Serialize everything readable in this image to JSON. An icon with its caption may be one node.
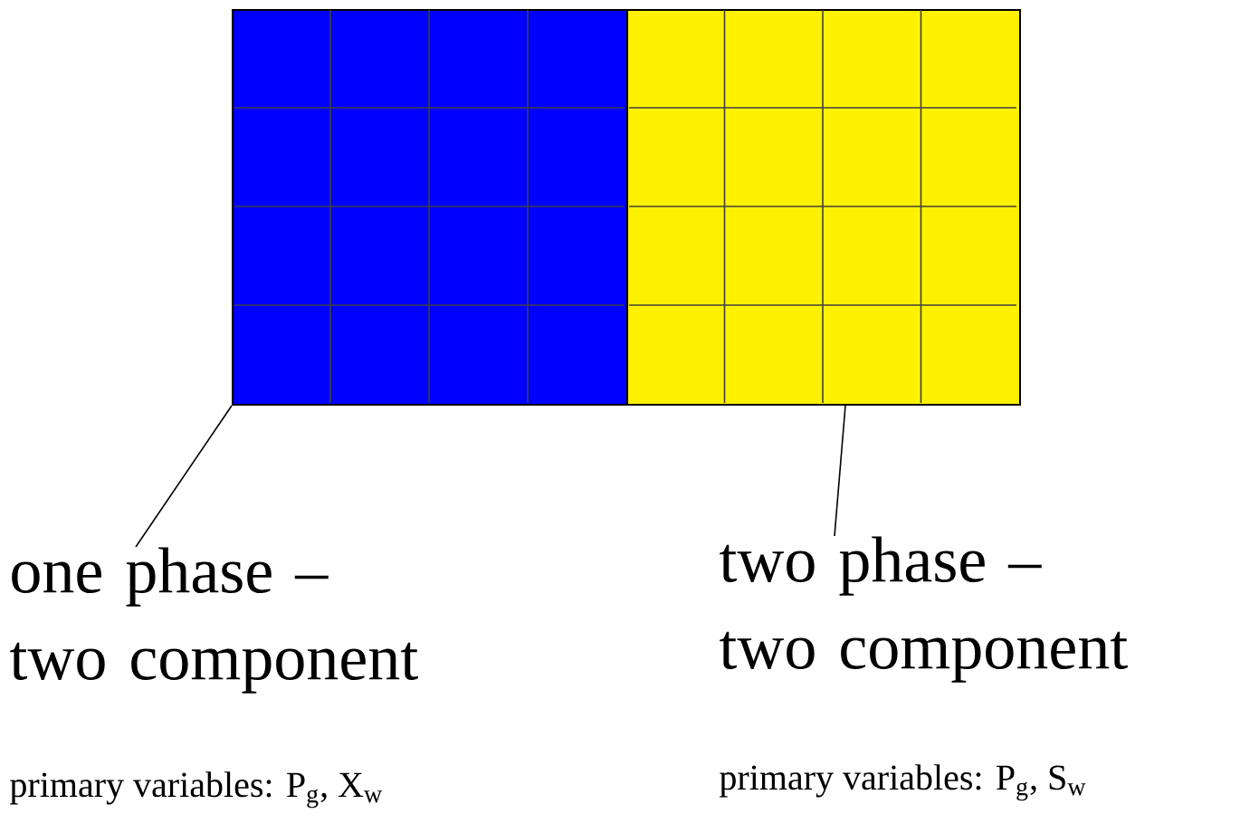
{
  "diagram": {
    "nodes": [
      {
        "text": [],
        "shape": "box"
      },
      {
        "text": [],
        "shape": "box"
      },
      {
        "text": [
          "one phase – two component"
        ],
        "beside": [
          "primary variables: P$_{g}$, X$_{w}$"
        ]
      },
      {
        "text": [
          "two phase – two component"
        ],
        "beside": [
          "primary variables: P$_{g}$, S$_{w}$"
        ]
      }
    ],
    "edges": [
      {
        "from": 2,
        "to": 0,
        "arrow": "none"
      },
      {
        "from": 3,
        "to": 1,
        "arrow": "none"
      }
    ]
  }
}
